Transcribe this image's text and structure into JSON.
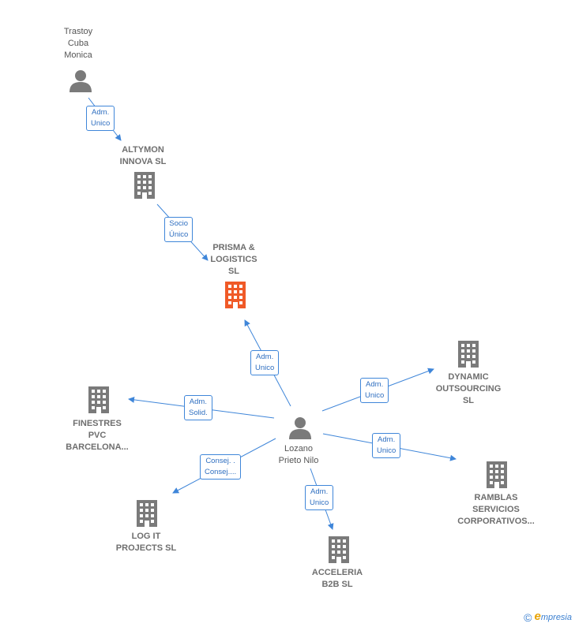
{
  "nodes": {
    "trastoy": {
      "label": "Trastoy\nCuba\nMonica"
    },
    "altymon": {
      "label": "ALTYMON\nINNOVA  SL"
    },
    "prisma": {
      "label": "PRISMA &\nLOGISTICS\nSL"
    },
    "lozano": {
      "label": "Lozano\nPrieto Nilo"
    },
    "dynamic": {
      "label": "DYNAMIC\nOUTSOURCING\nSL"
    },
    "finestres": {
      "label": "FINESTRES\nPVC\nBARCELONA..."
    },
    "ramblas": {
      "label": "RAMBLAS\nSERVICIOS\nCORPORATIVOS..."
    },
    "logit": {
      "label": "LOG IT\nPROJECTS  SL"
    },
    "acceleria": {
      "label": "ACCELERIA\nB2B  SL"
    }
  },
  "edges": {
    "trastoy_altymon": "Adm.\nUnico",
    "altymon_prisma": "Socio\nÚnico",
    "lozano_prisma": "Adm.\nUnico",
    "lozano_finestres": "Adm.\nSolid.",
    "lozano_dynamic": "Adm.\nUnico",
    "lozano_ramblas": "Adm.\nUnico",
    "lozano_logit": "Consej. .\nConsej....",
    "lozano_acceleria": "Adm.\nUnico"
  },
  "footer": {
    "copyright": "©",
    "brand_initial": "e",
    "brand_rest": "mpresia"
  },
  "colors": {
    "company": "#7a7a7a",
    "focus_company": "#f05a28",
    "person": "#7a7a7a",
    "edge": "#3f86d9"
  }
}
